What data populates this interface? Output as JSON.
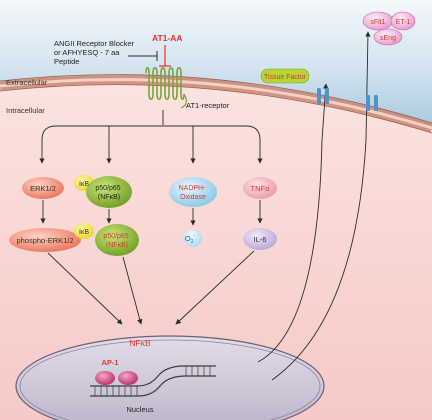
{
  "ligand": {
    "blocker_lines": [
      "ANGII Receptor Blocker",
      "or AFHYESQ - 7 aa",
      "Peptide"
    ],
    "antibody": "AT1-AA"
  },
  "regions": {
    "extracellular": "Extracellular",
    "intracellular": "Intracellular"
  },
  "receptor": {
    "label": "AT1-receptor"
  },
  "secreted": {
    "tissue_factor": "Tissue Factor",
    "sflt1": "sFlt1",
    "et1": "ET-1",
    "seng": "sEng"
  },
  "pathways": {
    "erk": "ERK1/2",
    "phospho_erk": "phospho-ERK1/2",
    "ikb_top": "IκB",
    "ikb_bottom": "IκB",
    "p50_top_lines": [
      "p50/p65",
      "(NFκB)"
    ],
    "p50_bottom_lines": [
      "p50/p65",
      "(NFκB)"
    ],
    "nadph_lines": [
      "NADPH-",
      "Oxidase"
    ],
    "superoxide_main": "O",
    "superoxide_sub": "2",
    "superoxide_sup": "-",
    "tnf": "TNFα",
    "il6": "IL-6"
  },
  "nucleus": {
    "nfkb": "NFκB",
    "ap1": "AP-1",
    "label": "Nucleus"
  },
  "colors": {
    "antibody_red": "#e8302a",
    "nfkb_red": "#e0342c",
    "erk": "#f0907c",
    "ikb": "#f2e43c",
    "p50": "#92c23c",
    "nadph": "#a8daf2",
    "tnf": "#f4aeb8",
    "il6": "#cdbce2",
    "tissue_factor": "#b4d63a",
    "secreted": "#ea9ad2",
    "ap1": "#c0306e",
    "nucleus_fill": "#cfcad8"
  }
}
